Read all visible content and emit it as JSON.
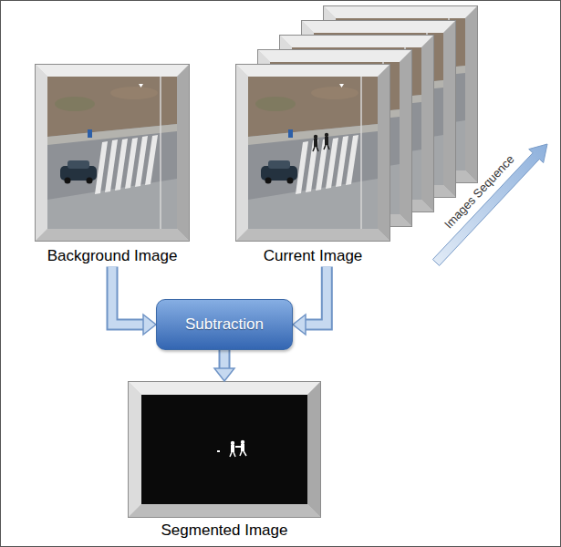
{
  "diagram": {
    "nodes": [
      {
        "text": [
          "Background Image"
        ]
      },
      {
        "text": [
          "Current Image"
        ]
      },
      {
        "text": [
          "Subtraction"
        ]
      },
      {
        "text": [
          "Segmented Image"
        ]
      }
    ],
    "edges": [
      {
        "from": 0,
        "to": 2,
        "arrow": "to"
      },
      {
        "from": 1,
        "to": 2,
        "arrow": "to"
      },
      {
        "from": 2,
        "to": 3,
        "arrow": "to"
      }
    ],
    "labels": [
      "Images Sequence"
    ]
  }
}
